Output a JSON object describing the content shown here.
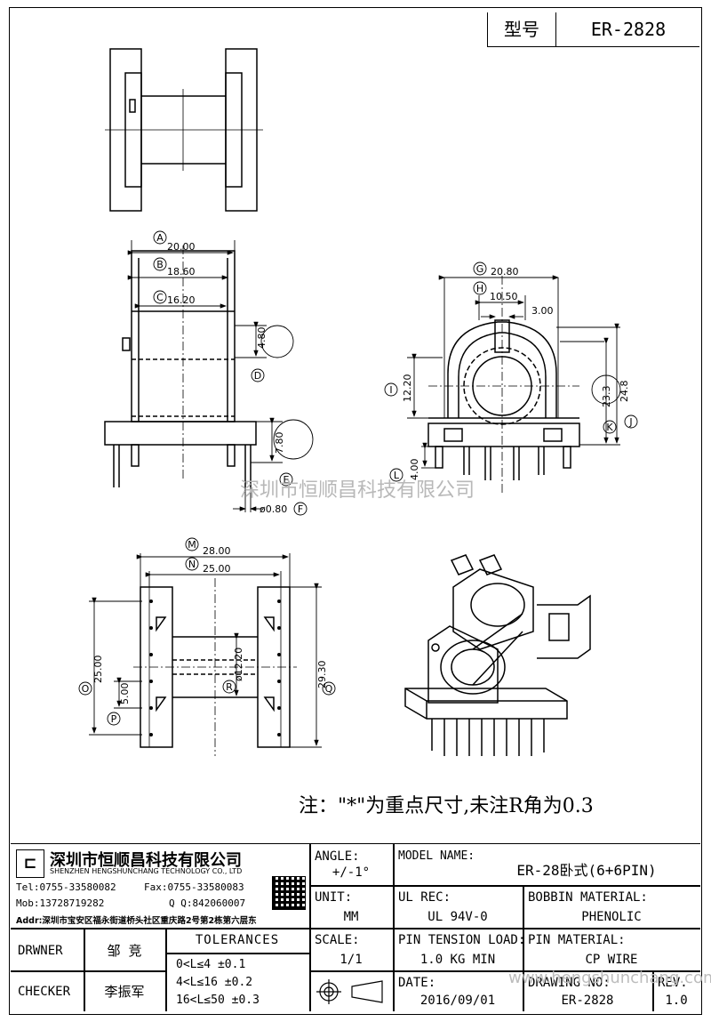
{
  "header": {
    "model_label": "型号",
    "model_value": "ER-2828"
  },
  "watermark": "深圳市恒顺昌科技有限公司",
  "dimensions": {
    "A": "20.00",
    "B": "18.60",
    "C": "16.20",
    "D": "4.80",
    "E": "7.80",
    "F": "ø0.80",
    "G": "20.80",
    "H": "10.50",
    "H2": "3.00",
    "I": "12.20",
    "K": "23.3",
    "J": "24.8",
    "L": "4.00",
    "M": "28.00",
    "N": "25.00",
    "O": "25.00",
    "P": "5.00",
    "R": "ø12.20",
    "Q": "29.30"
  },
  "callouts": [
    "A",
    "B",
    "C",
    "D",
    "E",
    "F",
    "G",
    "H",
    "I",
    "J",
    "K",
    "L",
    "M",
    "N",
    "O",
    "P",
    "Q",
    "R"
  ],
  "note": "注：\"*\"为重点尺寸,未注R角为0.3",
  "company": {
    "name_cn": "深圳市恒顺昌科技有限公司",
    "name_en": "SHENZHEN HENGSHUNCHANG TECHNOLOGY CO., LTD",
    "tel": "Tel:0755-33580082",
    "fax": "Fax:0755-33580083",
    "mob": "Mob:13728719282",
    "qq": "Q Q:842060007",
    "addr": "Addr:深圳市宝安区福永街道桥头社区重庆路2号第2栋第六层东"
  },
  "title_block": {
    "angle_label": "ANGLE:",
    "angle_value": "+/-1°",
    "model_name_label": "MODEL NAME:",
    "model_name_value": "ER-28卧式(6+6PIN)",
    "unit_label": "UNIT:",
    "unit_value": "MM",
    "ul_label": "UL REC:",
    "ul_value": "UL 94V-0",
    "bobbin_label": "BOBBIN MATERIAL:",
    "bobbin_value": "PHENOLIC",
    "drawner_label": "DRWNER",
    "drawner_value": "邹 竞",
    "tolerances_label": "TOLERANCES",
    "tol_rows": [
      "0<L≤4    ±0.1",
      "4<L≤16   ±0.2",
      "16<L≤50  ±0.3"
    ],
    "scale_label": "SCALE:",
    "scale_value": "1/1",
    "pin_tension_label": "PIN TENSION LOAD:",
    "pin_tension_value": "1.0 KG MIN",
    "pin_material_label": "PIN MATERIAL:",
    "pin_material_value": "CP WIRE",
    "checker_label": "CHECKER",
    "checker_value": "李振军",
    "date_label": "DATE:",
    "date_value": "2016/09/01",
    "drawing_no_label": "DRAWING NO:",
    "drawing_no_value": "ER-2828",
    "rev_label": "REV.",
    "rev_value": "1.0"
  },
  "watermark_url": "www.hengshunchang.com"
}
